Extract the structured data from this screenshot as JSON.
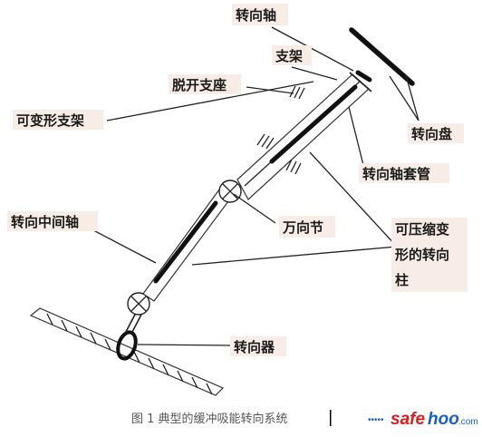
{
  "labels": {
    "steering_shaft": "转向轴",
    "bracket": "支架",
    "breakaway_mount": "脱开支座",
    "deformable_bracket": "可变形支架",
    "steering_wheel": "转向盘",
    "steering_shaft_sleeve": "转向轴套管",
    "intermediate_shaft": "转向中间轴",
    "universal_joint": "万向节",
    "collapsible_column_1": "可压缩变",
    "collapsible_column_2": "形的转向",
    "collapsible_column_3": "柱",
    "steering_gear": "转向器"
  },
  "caption": "图 1  典型的缓冲吸能转向系统",
  "watermark": {
    "dots": "•••••",
    "safe": "safe",
    "hoo": "hoo",
    "domain": ".com"
  },
  "colors": {
    "ink": "#1a1a1a",
    "label_bg": "#f8ede6",
    "caption": "#555555",
    "watermark_red": "#d21f1f",
    "watermark_blue": "#1b5fb8"
  }
}
